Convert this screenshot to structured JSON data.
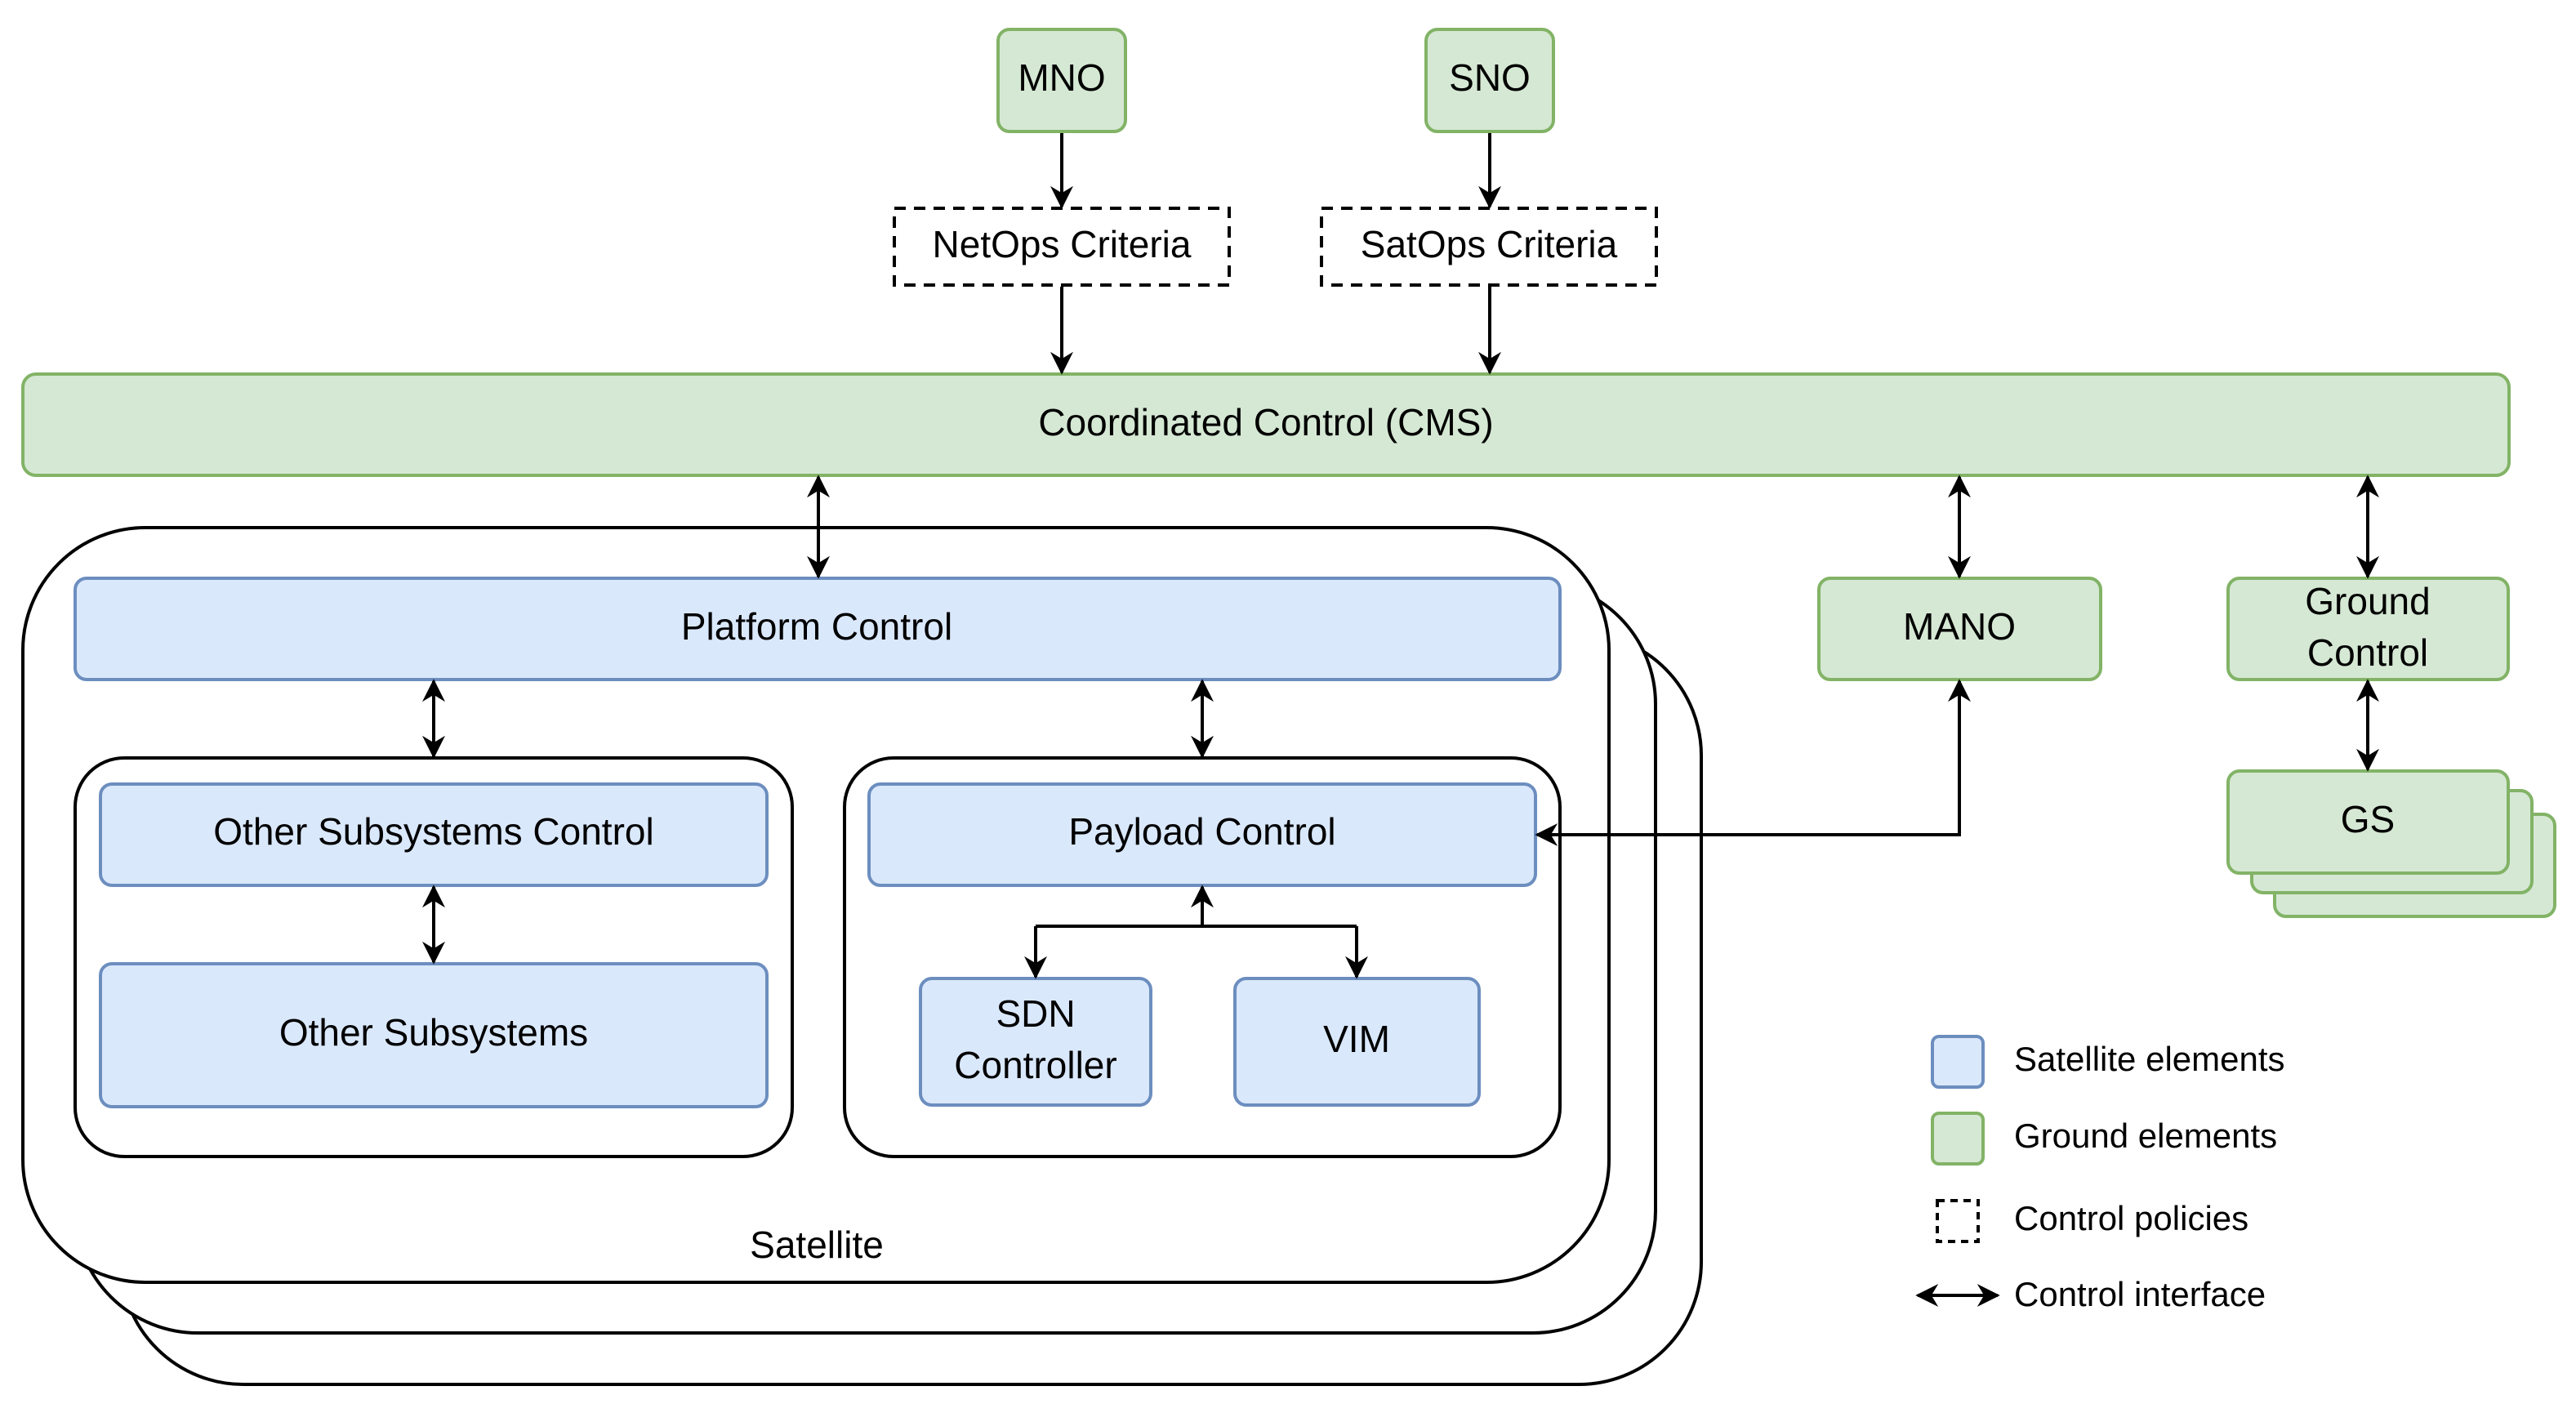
{
  "colors": {
    "satellite_fill": "#dae8fc",
    "satellite_stroke": "#6c8ebf",
    "ground_fill": "#d5e8d4",
    "ground_stroke": "#82b366",
    "line": "#000000"
  },
  "nodes": {
    "mno": "MNO",
    "sno": "SNO",
    "netops": "NetOps Criteria",
    "satops": "SatOps Criteria",
    "cms": "Coordinated Control (CMS)",
    "platform_control": "Platform Control",
    "other_subsystems_control": "Other Subsystems Control",
    "other_subsystems": "Other Subsystems",
    "payload_control": "Payload Control",
    "sdn_line1": "SDN",
    "sdn_line2": "Controller",
    "vim": "VIM",
    "mano": "MANO",
    "ground_control_line1": "Ground",
    "ground_control_line2": "Control",
    "gs": "GS",
    "satellite": "Satellite"
  },
  "legend": {
    "satellite_elements": "Satellite elements",
    "ground_elements": "Ground elements",
    "control_policies": "Control policies",
    "control_interface": "Control interface"
  }
}
